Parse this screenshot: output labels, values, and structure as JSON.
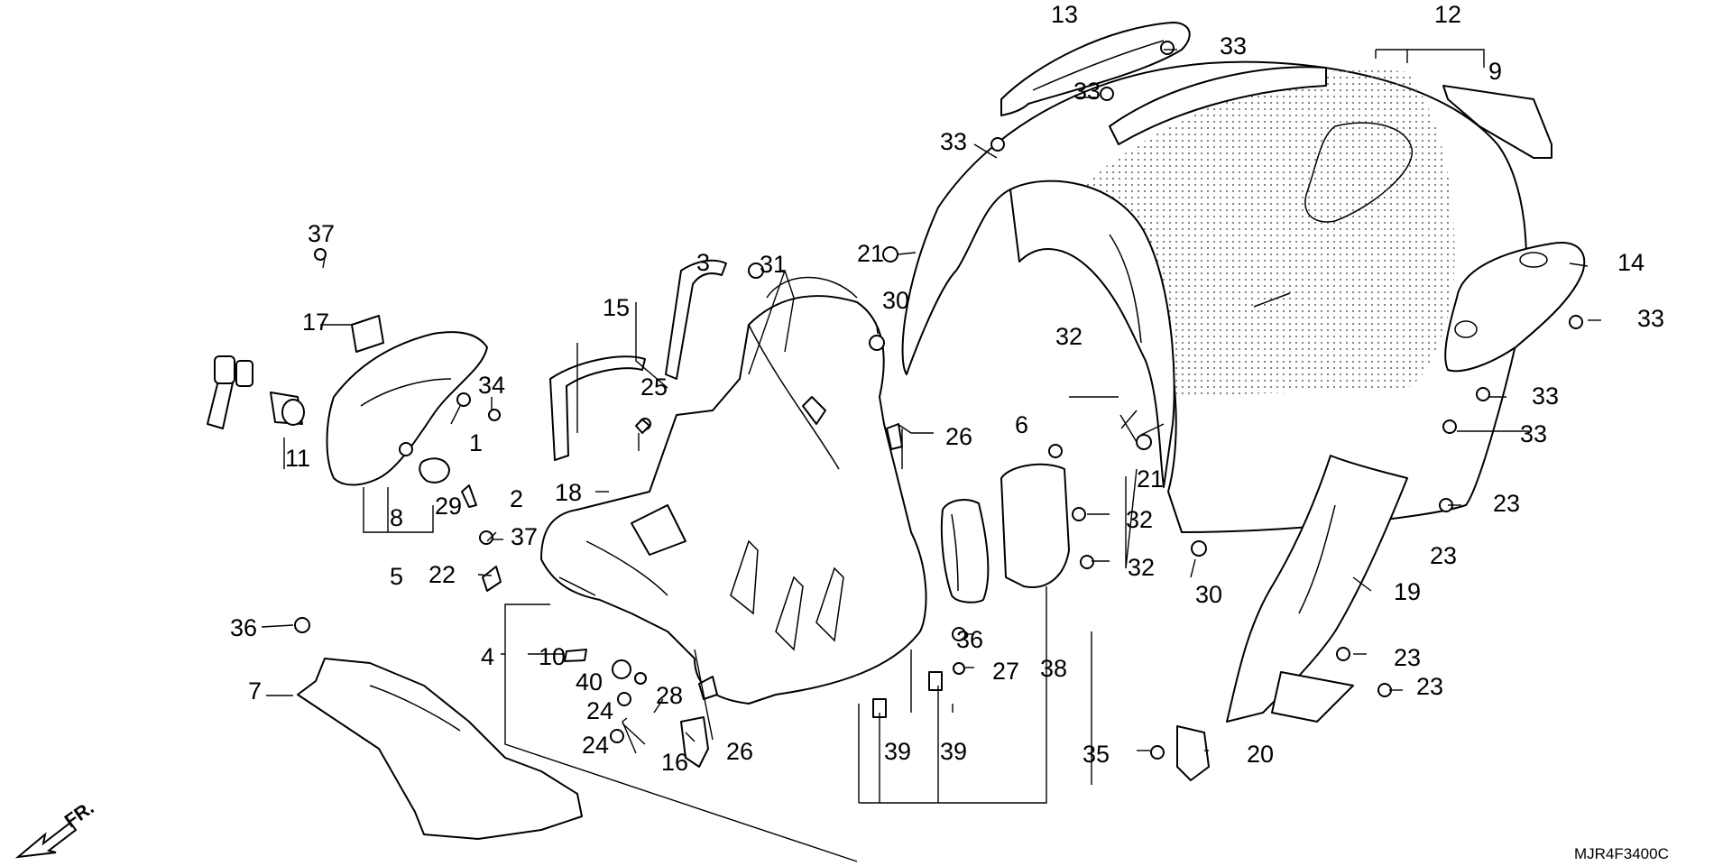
{
  "diagram_code": "MJR4F3400C",
  "front_marker": "FR.",
  "labels": [
    "1",
    "2",
    "3",
    "4",
    "5",
    "6",
    "7",
    "8",
    "9",
    "10",
    "11",
    "12",
    "13",
    "14",
    "15",
    "16",
    "17",
    "18",
    "19",
    "20",
    "21",
    "21",
    "22",
    "23",
    "23",
    "23",
    "23",
    "24",
    "24",
    "25",
    "26",
    "26",
    "27",
    "28",
    "29",
    "30",
    "30",
    "31",
    "32",
    "32",
    "32",
    "33",
    "33",
    "33",
    "33",
    "33",
    "33",
    "34",
    "35",
    "36",
    "36",
    "37",
    "37",
    "38",
    "39",
    "39",
    "40"
  ]
}
